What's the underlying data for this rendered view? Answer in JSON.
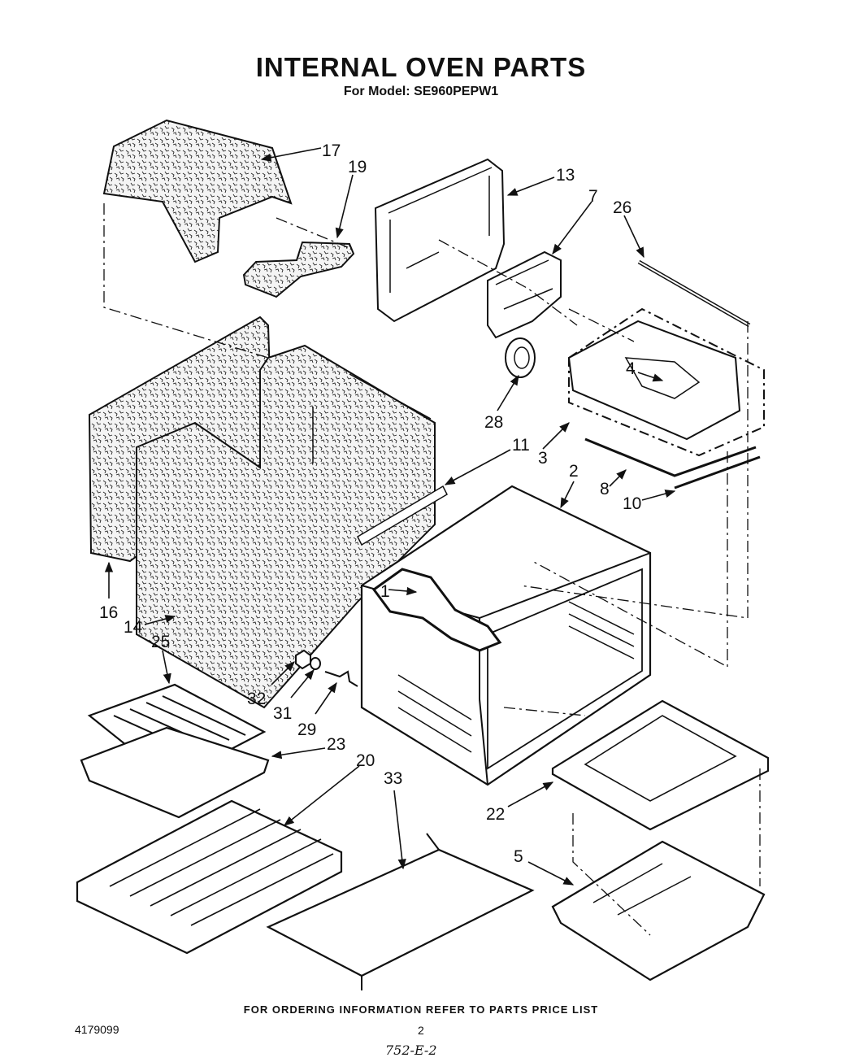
{
  "header": {
    "title": "INTERNAL OVEN PARTS",
    "subtitle": "For Model: SE960PEPW1"
  },
  "callouts": [
    {
      "id": "c17",
      "label": "17"
    },
    {
      "id": "c19",
      "label": "19"
    },
    {
      "id": "c13",
      "label": "13"
    },
    {
      "id": "c7",
      "label": "7"
    },
    {
      "id": "c26",
      "label": "26"
    },
    {
      "id": "c4",
      "label": "4"
    },
    {
      "id": "c28",
      "label": "28"
    },
    {
      "id": "c3",
      "label": "3"
    },
    {
      "id": "c11",
      "label": "11"
    },
    {
      "id": "c2",
      "label": "2"
    },
    {
      "id": "c8",
      "label": "8"
    },
    {
      "id": "c10",
      "label": "10"
    },
    {
      "id": "c1",
      "label": "1"
    },
    {
      "id": "c16",
      "label": "16"
    },
    {
      "id": "c14",
      "label": "14"
    },
    {
      "id": "c25",
      "label": "25"
    },
    {
      "id": "c32",
      "label": "32"
    },
    {
      "id": "c31",
      "label": "31"
    },
    {
      "id": "c29",
      "label": "29"
    },
    {
      "id": "c23",
      "label": "23"
    },
    {
      "id": "c20",
      "label": "20"
    },
    {
      "id": "c33",
      "label": "33"
    },
    {
      "id": "c22",
      "label": "22"
    },
    {
      "id": "c5",
      "label": "5"
    }
  ],
  "footer": {
    "ordering_note": "FOR ORDERING INFORMATION REFER TO PARTS PRICE LIST",
    "document_number": "4179099",
    "page_number": "2",
    "handwritten_code": "752-E-2"
  }
}
